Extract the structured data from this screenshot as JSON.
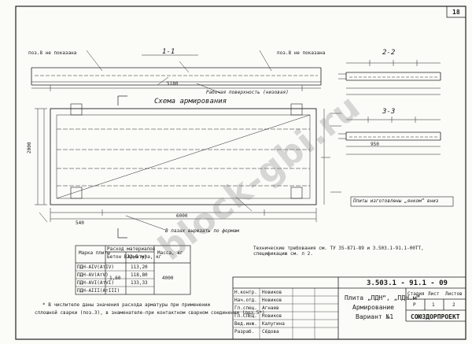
{
  "sheet": {
    "page_number": "18",
    "watermark": "block-gbi.ru"
  },
  "views": {
    "section_1_title": "1-1",
    "section_2_title": "2-2",
    "section_3_title": "3-3",
    "scheme_title": "Схема армирования",
    "working_surface": "Рабочая поверхность (низовая)",
    "note_pos8_left": "поз.8 не показана",
    "note_pos8_right": "поз.8 не показана",
    "slots_note": "В пазах вырезать по формам",
    "eyelets_note": "Плиты изготовлены „янком“ вниз"
  },
  "dims": {
    "d_5180": "5180",
    "d_6000": "6000",
    "d_2000": "2000",
    "d_540": "540",
    "d_950": "950"
  },
  "mark_table": {
    "header_mark": "Марка плиты",
    "header_consumption": "Расход материалов",
    "header_concrete": "Бетон В22,5 м³",
    "header_steel": "Арматура, кг",
    "header_mass": "Масса, кг",
    "row1_mark": "ПДН-АIV(АтIV)",
    "row2_mark": "ПДН-АV(АтV)",
    "row3_mark": "ПДН-АVI(АтVI)",
    "row4_mark": "ПДН-АIII(АтIII)",
    "concrete_value": "1,60",
    "steel_1": "113,20",
    "steel_2": "118,80",
    "steel_3": "133,33",
    "mass_value": "4000"
  },
  "notes": {
    "tech_req": "Технические требования см. ТУ 35-871-89 и 3.503.1-91.1-00ТТ, спецификацию см. л 2.",
    "footnote_line1": "* В числителе даны значения расхода арматуры при применении",
    "footnote_line2": "сплошной сварки (поз.3), в знаменателе-при контактном сварном соединении (поз.5*)"
  },
  "title_block": {
    "doc_code": "3.503.1 - 91.1 - 09",
    "title_line1": "Плита „ПДН“, „ПДН.м“",
    "title_line2": "Армирование",
    "title_line3": "Вариант №1",
    "col_stage": "Стадия",
    "col_sheet": "Лист",
    "col_sheets": "Листов",
    "stage": "Р",
    "sheet_no": "1",
    "sheets_total": "2",
    "org": "СОЮЗДОРПРОЕКТ",
    "role_1": "Н.контр.",
    "role_2": "Нач.отд.",
    "role_3": "Гл.спец.",
    "role_4": "Гл.СПЕЦ.",
    "role_5": "Вед.инж.",
    "role_6": "Разраб.",
    "name_1": "Новиков",
    "name_2": "Новиков",
    "name_3": "Агнаев",
    "name_4": "Новиков",
    "name_5": "Калугина",
    "name_6": "Сёдова"
  }
}
